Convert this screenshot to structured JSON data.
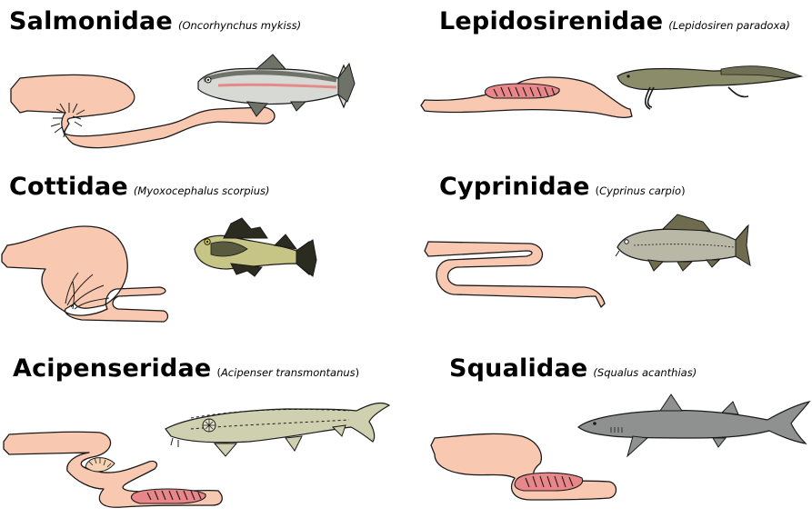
{
  "panels": [
    {
      "family": "Salmonidae",
      "species": "Oncorhynchus mykiss",
      "paren_style": "italic"
    },
    {
      "family": "Lepidosirenidae",
      "species": "Lepidosiren paradoxa",
      "paren_style": "italic"
    },
    {
      "family": "Cottidae",
      "species": "Myoxocephalus scorpius",
      "paren_style": "italic"
    },
    {
      "family": "Cyprinidae",
      "species": "Cyprinus carpio",
      "paren_style": "plain"
    },
    {
      "family": "Acipenseridae",
      "species": "Acipenser transmontanus",
      "paren_style": "plain"
    },
    {
      "family": "Squalidae",
      "species": "Squalus acanthias",
      "paren_style": "italic"
    }
  ],
  "colors": {
    "gut_fill": "#f9c8b0",
    "gut_stroke": "#1a1a1a",
    "spiral_fill": "#e9868a",
    "trout_body": "#d7d9d4",
    "trout_back": "#6e7268",
    "trout_stripe": "#e58a8a",
    "lungfish_body": "#8b8c6a",
    "sculpin_body": "#c6c585",
    "sculpin_dark": "#2b2b1f",
    "carp_body": "#b9b8a6",
    "carp_fin": "#6e6b4e",
    "sturgeon_body": "#cfd0b0",
    "shark_body": "#8f9190"
  }
}
